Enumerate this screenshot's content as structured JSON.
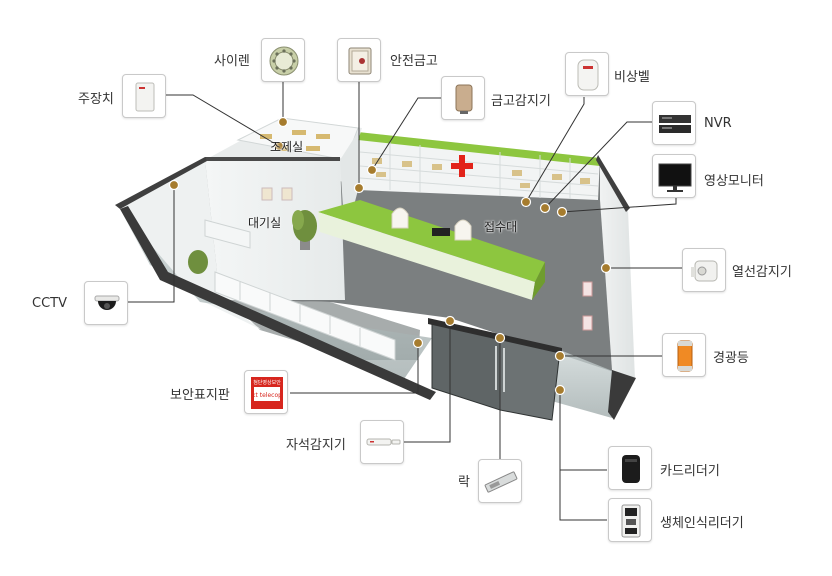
{
  "rooms": {
    "dispensary": "조제실",
    "waiting": "대기실",
    "reception": "접수대"
  },
  "devices": {
    "siren": "사이렌",
    "safe": "안전금고",
    "main_panel": "주장치",
    "safe_sensor": "금고감지기",
    "panic_bell": "비상벨",
    "nvr": "NVR",
    "monitor": "영상모니터",
    "pir_sensor": "열선감지기",
    "cctv": "CCTV",
    "warning_light": "경광등",
    "security_sign": "보안표지판",
    "magnetic_sensor": "자석감지기",
    "lock": "락",
    "card_reader": "카드리더기",
    "biometric_reader": "생체인식리더기"
  },
  "sign_text": {
    "top": "첨단영상보안",
    "brand": "kt telecop"
  },
  "colors": {
    "leader_line": "#333333",
    "marker": "#a67c2e",
    "accent_green": "#8dc63f",
    "cross_red": "#e2231a",
    "light_orange": "#f08a24"
  }
}
